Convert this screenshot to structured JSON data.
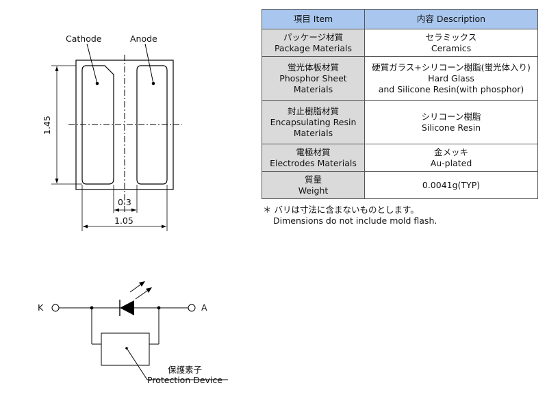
{
  "drawing": {
    "cathode_label": "Cathode",
    "anode_label": "Anode",
    "dim_height": "1.45",
    "dim_gap": "0.3",
    "dim_width": "1.05"
  },
  "table": {
    "header": {
      "item": "項目 Item",
      "description": "内容 Description"
    },
    "rows": [
      {
        "item": [
          "パッケージ材質",
          "Package Materials"
        ],
        "desc": [
          "セラミックス",
          "Ceramics"
        ]
      },
      {
        "item": [
          "蛍光体板材質",
          "Phosphor Sheet",
          "Materials"
        ],
        "desc": [
          "硬質ガラス+シリコーン樹脂(蛍光体入り)",
          "Hard Glass",
          "and Silicone Resin(with phosphor)"
        ]
      },
      {
        "item": [
          "封止樹脂材質",
          "Encapsulating Resin",
          "Materials"
        ],
        "desc": [
          "シリコーン樹脂",
          "Silicone Resin"
        ]
      },
      {
        "item": [
          "電極材質",
          "Electrodes Materials"
        ],
        "desc": [
          "金メッキ",
          "Au-plated"
        ]
      },
      {
        "item": [
          "質量",
          "Weight"
        ],
        "desc": [
          "0.0041g(TYP)"
        ]
      }
    ]
  },
  "note": {
    "line1": "＊ バリは寸法に含まないものとします。",
    "line2": "Dimensions do not include mold flash."
  },
  "circuit": {
    "k_label": "K",
    "a_label": "A",
    "protection_jp": "保護素子",
    "protection_en": "Protection Device"
  }
}
